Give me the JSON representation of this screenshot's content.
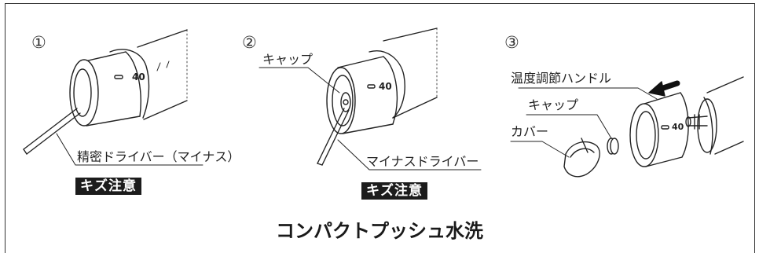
{
  "steps": [
    {
      "number": "①",
      "tool_label": "精密ドライバー（マイナス）",
      "warning": "キズ注意"
    },
    {
      "number": "②",
      "cap_label": "キャップ",
      "tool_label": "マイナスドライバー",
      "warning": "キズ注意"
    },
    {
      "number": "③",
      "handle_label": "温度調節ハンドル",
      "cap_label": "キャップ",
      "cover_label": "カバー"
    }
  ],
  "dial_marking": "40",
  "caption": "コンパクトプッシュ水洗"
}
